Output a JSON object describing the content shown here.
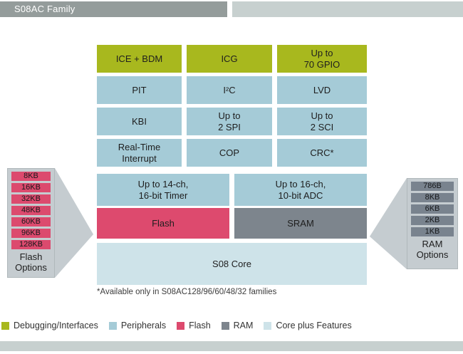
{
  "header": {
    "title": "S08AC Family"
  },
  "diagram": {
    "rows": {
      "r1": {
        "c1": "ICE + BDM",
        "c2": "ICG",
        "c3": "Up to\n70 GPIO"
      },
      "r2": {
        "c1": "PIT",
        "c2": "I²C",
        "c3": "LVD"
      },
      "r3": {
        "c1": "KBI",
        "c2": "Up to\n2 SPI",
        "c3": "Up to\n2 SCI"
      },
      "r4": {
        "c1": "Real-Time\nInterrupt",
        "c2": "COP",
        "c3": "CRC*"
      },
      "r5": {
        "c1": "Up to 14-ch,\n16-bit Timer",
        "c2": "Up to 16-ch,\n10-bit ADC"
      },
      "r6": {
        "c1": "Flash",
        "c2": "SRAM"
      },
      "r7": {
        "c1": "S08 Core"
      }
    },
    "footnote": "*Available only in S08AC128/96/60/48/32 families"
  },
  "flash_options": {
    "items": [
      "8KB",
      "16KB",
      "32KB",
      "48KB",
      "60KB",
      "96KB",
      "128KB"
    ],
    "label": "Flash\nOptions"
  },
  "ram_options": {
    "items": [
      "786B",
      "8KB",
      "6KB",
      "2KB",
      "1KB"
    ],
    "label": "RAM\nOptions"
  },
  "legend": {
    "items": {
      "0": {
        "label": "Debugging/Interfaces",
        "color": "#a8b81e"
      },
      "1": {
        "label": "Peripherals",
        "color": "#a5cbd7"
      },
      "2": {
        "label": "Flash",
        "color": "#dd4a6e"
      },
      "3": {
        "label": "RAM",
        "color": "#7d858d"
      },
      "4": {
        "label": "Core plus Features",
        "color": "#cee3e9"
      }
    }
  },
  "colors": {
    "header_dark": "#949c9b",
    "header_light": "#c7d0cf",
    "debugging": "#a8b81e",
    "peripherals": "#a5cbd7",
    "flash": "#dd4a6e",
    "ram": "#7d858d",
    "core": "#cee3e9",
    "panel": "#c5ccd0"
  }
}
